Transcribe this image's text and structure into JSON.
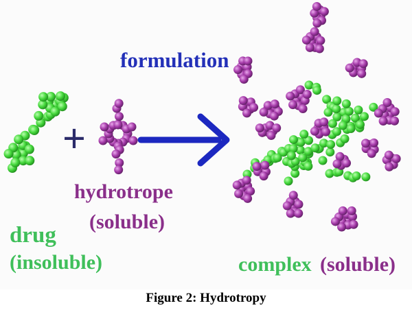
{
  "diagram": {
    "formulation_label": "formulation",
    "plus_sign": "+",
    "drug_label": "drug",
    "drug_state": "(insoluble)",
    "hydrotrope_label": "hydrotrope",
    "hydrotrope_state": "(soluble)",
    "complex_label": "complex",
    "complex_state": "(soluble)",
    "colors": {
      "drug": "#3ed63a",
      "hydrotrope": "#9d3aa3",
      "arrow": "#1c28c0",
      "formulation_text": "#2330b8",
      "drug_text": "#3fbf5a",
      "hydrotrope_text": "#8a2f8a",
      "complex_text": "#3fbf5a",
      "complex_state_text": "#8a2f8a",
      "background": "#fbfbfb"
    }
  },
  "caption": "Figure 2: Hydrotropy"
}
